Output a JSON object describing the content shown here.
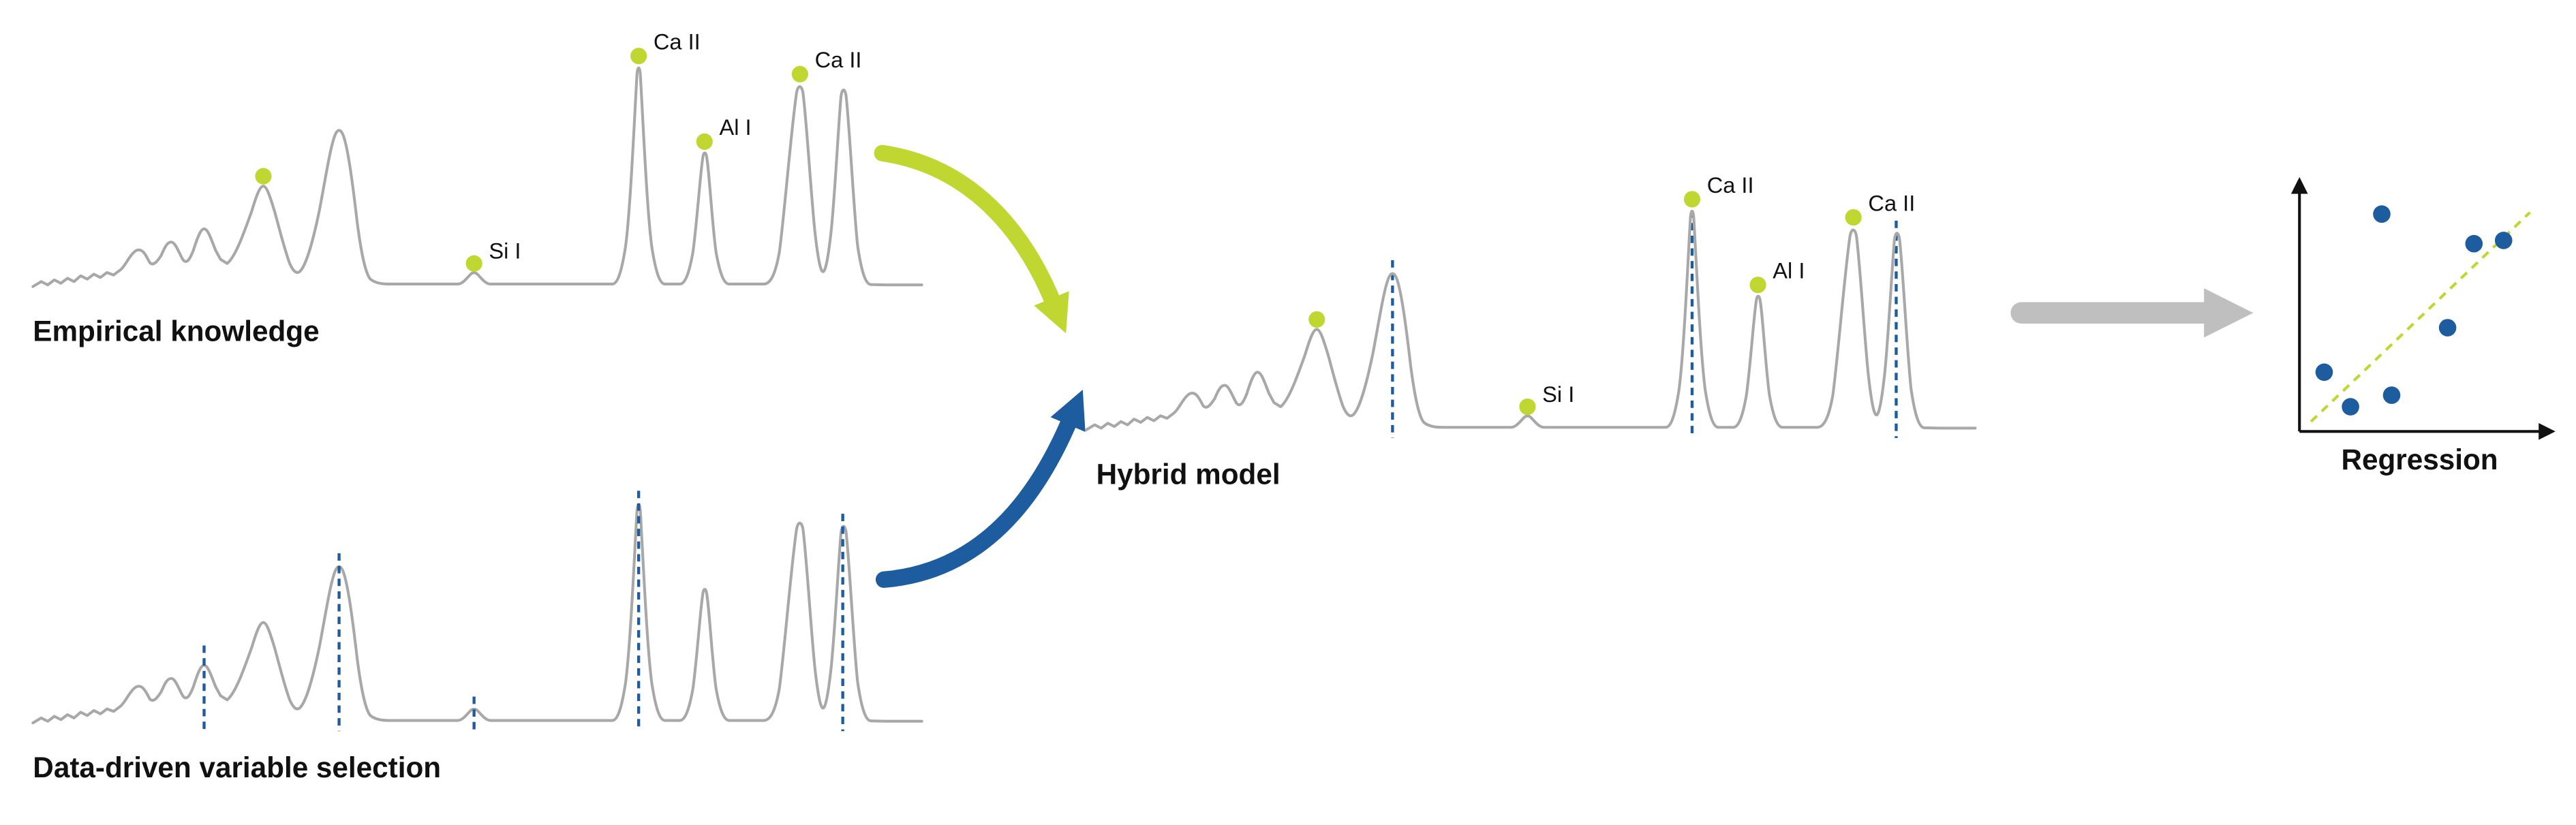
{
  "colors": {
    "text": "#111111",
    "spectrum_gray": "#a8a8a8",
    "lime": "#bfd730",
    "blue": "#1d5c9e",
    "arrow_gray": "#bfbfbf",
    "background": "#ffffff"
  },
  "empirical": {
    "title": "Empirical knowledge",
    "peak_labels": {
      "si": "Si I",
      "ca1": "Ca II",
      "al": "Al I",
      "ca2": "Ca II"
    }
  },
  "data_driven": {
    "title": "Data-driven variable selection"
  },
  "hybrid": {
    "title": "Hybrid model",
    "peak_labels": {
      "si": "Si I",
      "ca1": "Ca II",
      "al": "Al I",
      "ca2": "Ca II"
    }
  },
  "regression": {
    "title": "Regression"
  }
}
